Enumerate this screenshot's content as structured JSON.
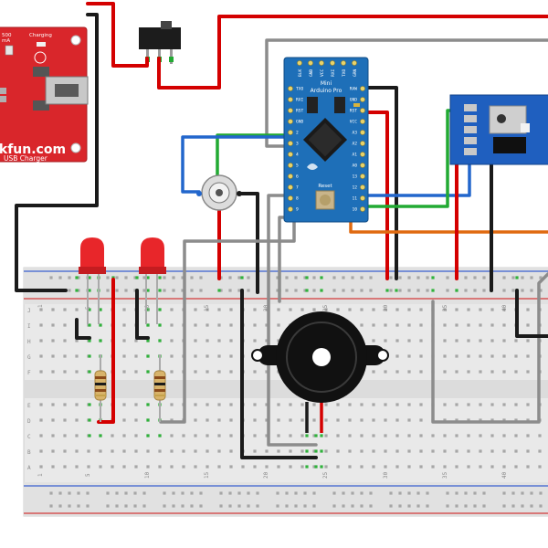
{
  "charger": {
    "current_value": "500",
    "current_unit": "mA",
    "charging_label": "Charging",
    "brand": "rkfun.com",
    "product": "USB Charger"
  },
  "arduino": {
    "line1": "Mini",
    "line2": "Arduino Pro",
    "reset_label": "Reset",
    "pins_top": [
      "BLK",
      "GND",
      "VCC",
      "RXI",
      "TXO",
      "GRN"
    ],
    "pins_right": [
      "RAW",
      "GND",
      "RST",
      "VCC",
      "A3",
      "A2",
      "A1",
      "A0",
      "13",
      "12",
      "11",
      "10"
    ],
    "pins_left": [
      "TXO",
      "RXI",
      "RST",
      "GND",
      "2",
      "3",
      "4",
      "5",
      "6",
      "7",
      "8",
      "9"
    ]
  },
  "breadboard": {
    "row_letters_top": [
      "J",
      "I",
      "H",
      "G",
      "F"
    ],
    "row_letters_bottom": [
      "E",
      "D",
      "C",
      "B",
      "A"
    ],
    "column_numbers": [
      "1",
      "5",
      "10",
      "15",
      "20",
      "25",
      "30",
      "35",
      "40"
    ]
  },
  "colors": {
    "wire_red": "#d40000",
    "wire_black": "#1a1a1a",
    "wire_green": "#22aa33",
    "wire_blue": "#2266cc",
    "wire_gray": "#8c8c8c",
    "wire_orange": "#e06a10",
    "charger_board": "#d9262b",
    "arduino_board": "#1e6fb8",
    "wifi_board": "#1f5fbf",
    "breadboard": "#ececec",
    "led": "#e8262a"
  }
}
